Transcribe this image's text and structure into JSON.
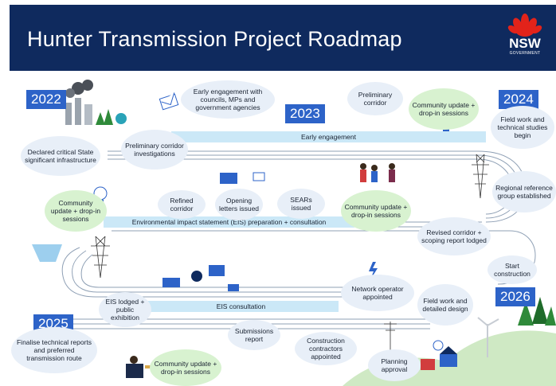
{
  "header": {
    "title": "Hunter Transmission Project Roadmap",
    "logo_text": "NSW",
    "logo_sub": "GOVERNMENT"
  },
  "years": {
    "y2022": "2022",
    "y2023": "2023",
    "y2024": "2024",
    "y2025": "2025",
    "y2026": "2026"
  },
  "bands": {
    "early_engagement": "Early engagement",
    "eis_prep": "Environmental impact statement (EIS) preparation + consultation",
    "eis_consultation": "EIS consultation"
  },
  "milestones": {
    "early_engagement_councils": "Early engagement with councils, MPs and government agencies",
    "preliminary_corridor_top": "Preliminary corridor",
    "community_2023": "Community update + drop-in sessions",
    "field_work_2024": "Field work and technical studies begin",
    "declared_cssi": "Declared critical State significant infrastructure",
    "preliminary_corridor_investigations": "Preliminary corridor investigations",
    "regional_reference_group": "Regional reference group established",
    "community_left": "Community update + drop-in sessions",
    "refined_corridor": "Refined corridor",
    "opening_letters": "Opening letters issued",
    "sears_issued": "SEARs issued",
    "community_mid": "Community update + drop-in sessions",
    "revised_corridor": "Revised corridor + scoping report lodged",
    "start_construction": "Start construction",
    "network_operator": "Network operator appointed",
    "field_work_design": "Field work and detailed design",
    "eis_lodged": "EIS lodged + public exhibition",
    "submissions_report": "Submissions report",
    "construction_contractors": "Construction contractors appointed",
    "planning_approval": "Planning approval",
    "finalise_reports": "Finalise technical reports and preferred transmission route",
    "community_bottom": "Community update + drop-in sessions"
  },
  "colors": {
    "header_bg": "#0f2a5e",
    "year_badge": "#2d63c8",
    "band": "#cbe8f7",
    "bubble_blue": "#e8eff8",
    "bubble_green": "#d8f2d0"
  }
}
